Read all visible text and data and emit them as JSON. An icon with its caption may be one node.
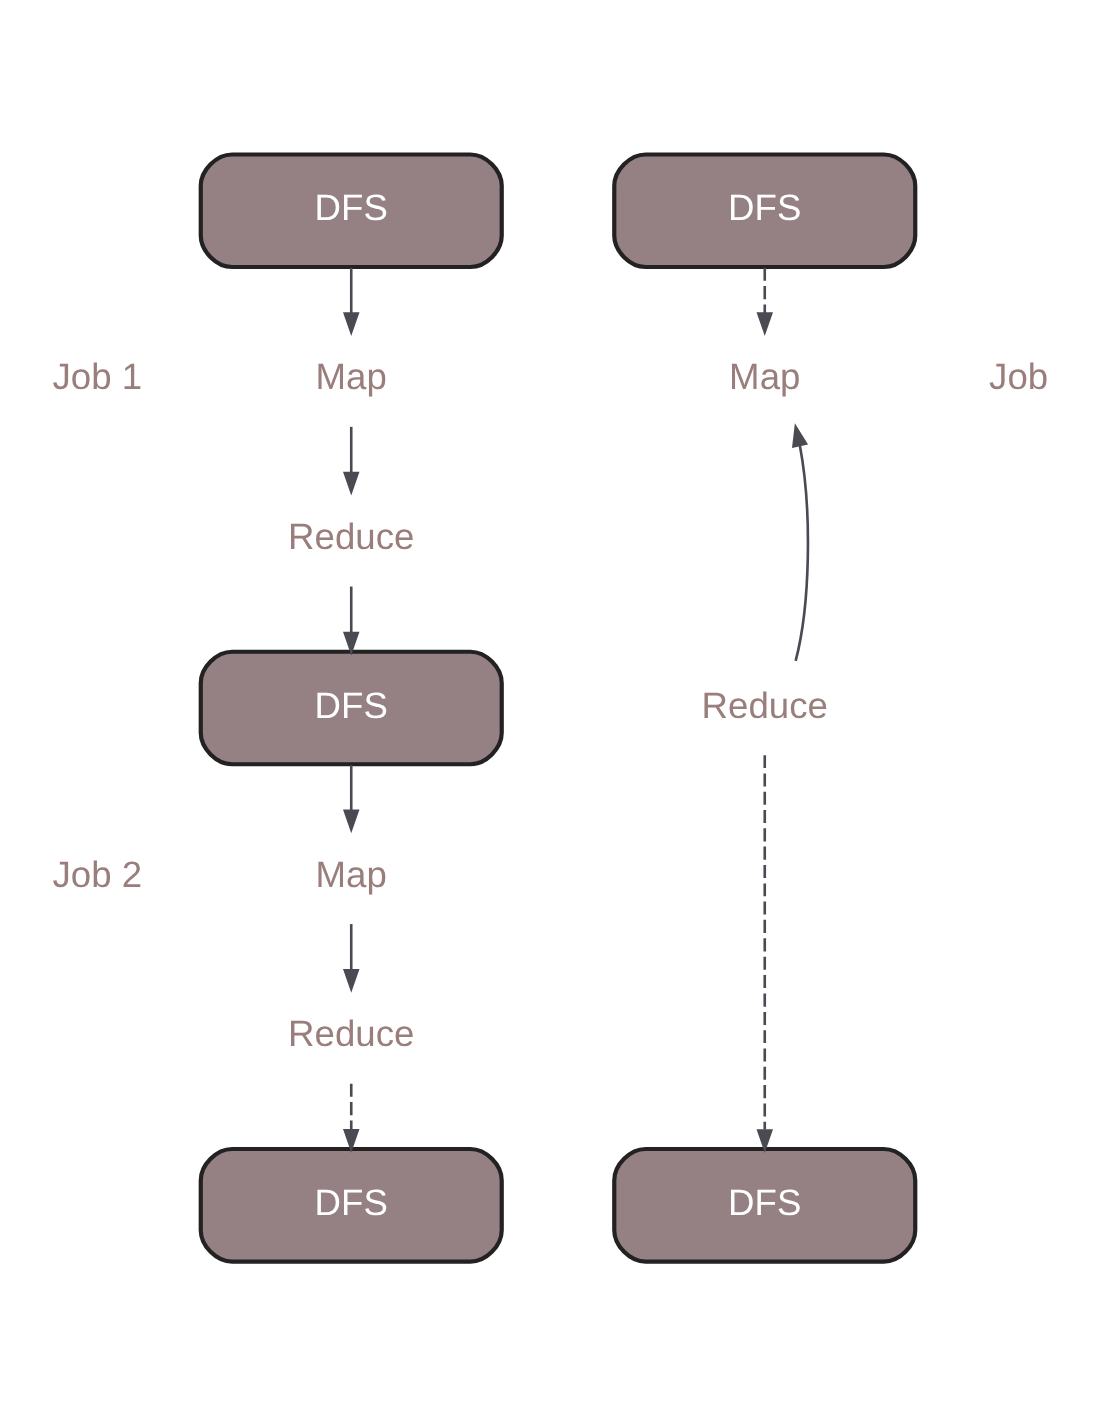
{
  "diagram": {
    "nodes": [
      {
        "text": [
          "DFS"
        ]
      },
      {
        "text": [
          "Map"
        ]
      },
      {
        "text": [
          "Reduce"
        ]
      },
      {
        "text": [
          "DFS"
        ]
      },
      {
        "text": [
          "Map"
        ]
      },
      {
        "text": [
          "Reduce"
        ]
      },
      {
        "text": [
          "DFS"
        ]
      },
      {
        "text": [
          "DFS"
        ]
      },
      {
        "text": [
          "Map"
        ]
      },
      {
        "text": [
          "Reduce"
        ]
      },
      {
        "text": [
          "DFS"
        ]
      }
    ],
    "edges": [
      {
        "from": 0,
        "to": 1,
        "arrow": "to"
      },
      {
        "from": 1,
        "to": 2,
        "arrow": "to"
      },
      {
        "from": 2,
        "to": 3,
        "arrow": "to"
      },
      {
        "from": 3,
        "to": 4,
        "arrow": "to"
      },
      {
        "from": 4,
        "to": 5,
        "arrow": "to"
      },
      {
        "from": 5,
        "to": 6,
        "arrow": "to",
        "style": "dashed"
      },
      {
        "from": 7,
        "to": 8,
        "arrow": "to",
        "style": "dashed"
      },
      {
        "from": 9,
        "to": 8,
        "arrow": "to"
      },
      {
        "from": 9,
        "to": 10,
        "arrow": "to",
        "style": "dashed"
      }
    ],
    "labels": [
      "Job 1",
      "Job 2",
      "Job"
    ]
  }
}
